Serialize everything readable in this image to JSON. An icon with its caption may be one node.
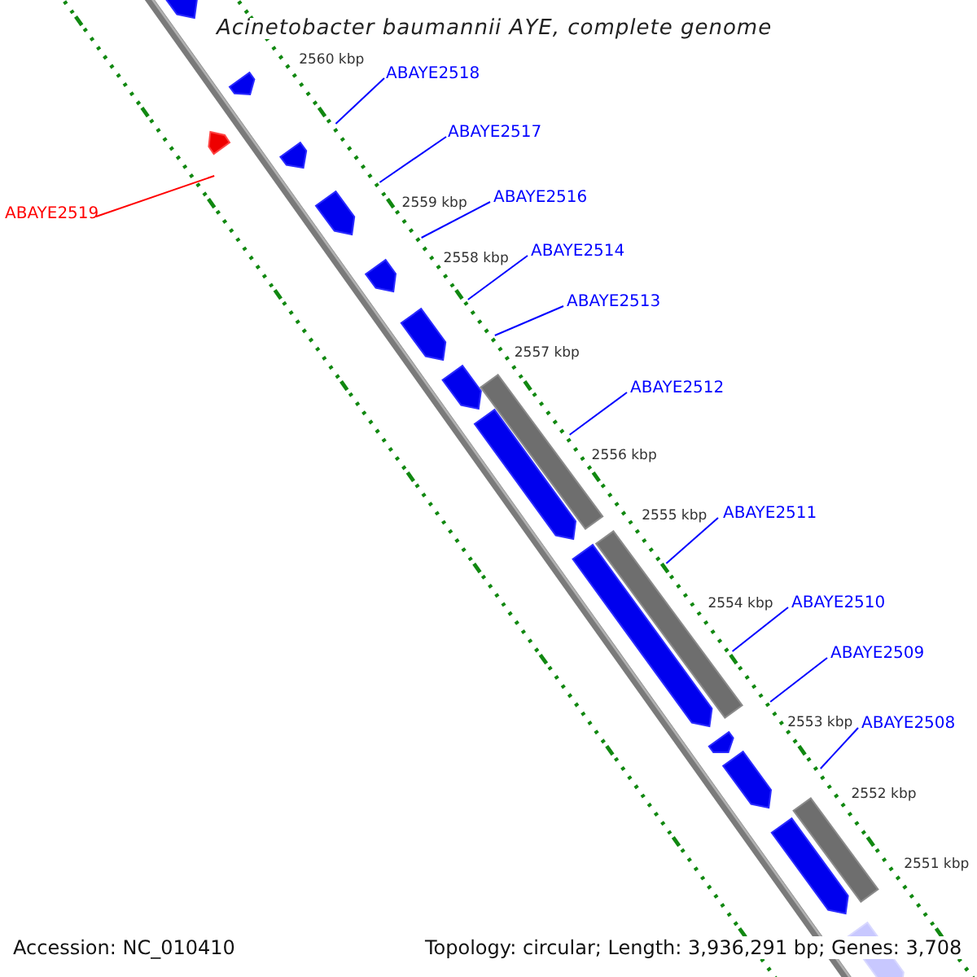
{
  "diagram": {
    "title": "Acinetobacter baumannii AYE, complete genome",
    "nodes": [
      {
        "text": [
          "ABAYE2518"
        ]
      },
      {
        "text": [
          "ABAYE2517"
        ]
      },
      {
        "text": [
          "ABAYE2519"
        ]
      },
      {
        "text": [
          "ABAYE2516"
        ]
      },
      {
        "text": [
          "ABAYE2514"
        ]
      },
      {
        "text": [
          "ABAYE2513"
        ]
      },
      {
        "text": [
          "ABAYE2512"
        ]
      },
      {
        "text": [
          "ABAYE2511"
        ]
      },
      {
        "text": [
          "ABAYE2510"
        ]
      },
      {
        "text": [
          "ABAYE2509"
        ]
      },
      {
        "text": [
          "ABAYE2508"
        ]
      }
    ],
    "edges": [
      {
        "from": 0,
        "to": null,
        "arrow": "none"
      },
      {
        "from": 1,
        "to": null,
        "arrow": "none"
      },
      {
        "from": 2,
        "to": null,
        "arrow": "none",
        "color": "#ff0000"
      },
      {
        "from": 3,
        "to": null,
        "arrow": "none"
      },
      {
        "from": 4,
        "to": null,
        "arrow": "none"
      },
      {
        "from": 5,
        "to": null,
        "arrow": "none"
      },
      {
        "from": 6,
        "to": null,
        "arrow": "none"
      },
      {
        "from": 7,
        "to": null,
        "arrow": "none"
      },
      {
        "from": 8,
        "to": null,
        "arrow": "none"
      },
      {
        "from": 9,
        "to": null,
        "arrow": "none"
      },
      {
        "from": 10,
        "to": null,
        "arrow": "none"
      }
    ],
    "labels": [
      "2560 kbp",
      "2559 kbp",
      "2558 kbp",
      "2557 kbp",
      "2556 kbp",
      "2555 kbp",
      "2554 kbp",
      "2553 kbp",
      "2552 kbp",
      "2551 kbp",
      "Accession: NC_010410",
      "Topology: circular; Length: 3,936,291 bp; Genes: 3,708"
    ]
  }
}
